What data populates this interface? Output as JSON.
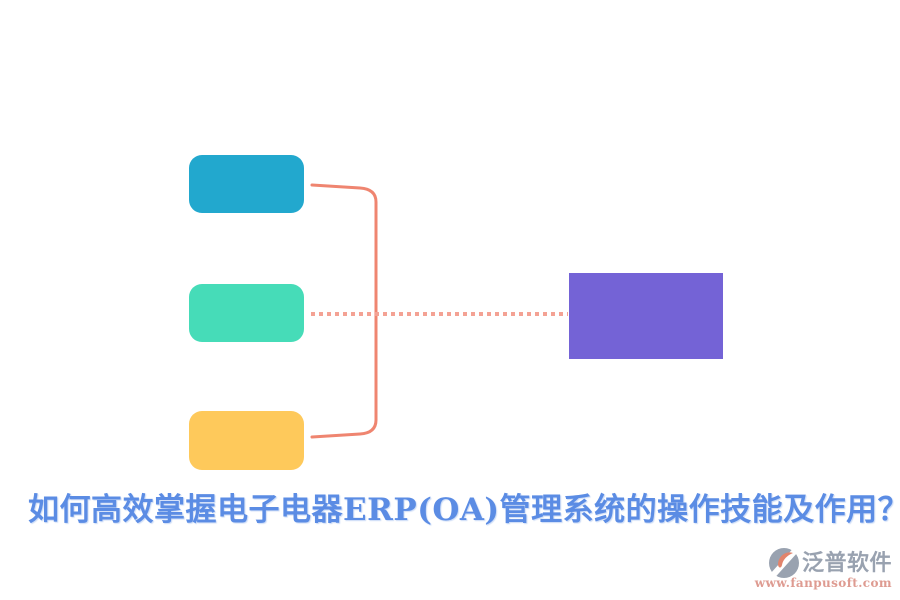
{
  "title": {
    "text": "如何高效掌握电子电器ERP(OA)管理系统的操作技能及作用？",
    "color": "#5b8ce4"
  },
  "diagram": {
    "item_boxes": [
      {
        "name": "item-1",
        "color": "#22a8ce"
      },
      {
        "name": "item-2",
        "color": "#46dcb8"
      },
      {
        "name": "item-3",
        "color": "#fec95b"
      }
    ],
    "result_box": {
      "color": "#7463d6"
    },
    "bracket_color": "#ef8570",
    "dotted_line_color": "#f4a294"
  },
  "logo": {
    "brand": "泛普软件",
    "website": "www.fanpusoft.com",
    "brand_color": "#99a2b0",
    "website_color": "#de9b91",
    "icon_gray": "#99a2b0",
    "icon_accent": "#e2846c"
  }
}
